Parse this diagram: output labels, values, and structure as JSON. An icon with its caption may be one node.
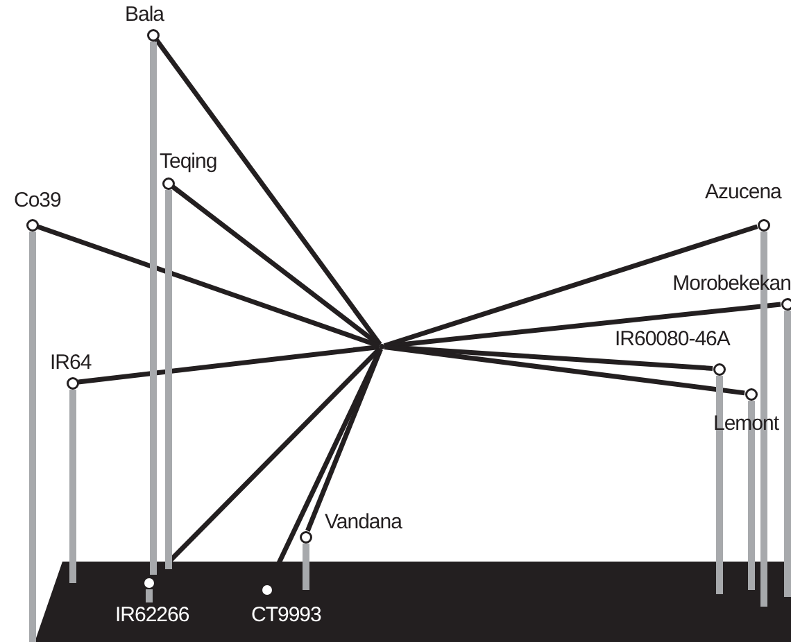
{
  "diagram": {
    "nodes": [
      {
        "text": [],
        "shape": "circle"
      },
      {
        "text": [],
        "shape": "circle",
        "beside": [
          "Bala"
        ]
      },
      {
        "text": [],
        "shape": "circle",
        "beside": [
          "Teqing"
        ]
      },
      {
        "text": [],
        "shape": "circle",
        "beside": [
          "Co39"
        ]
      },
      {
        "text": [],
        "shape": "circle",
        "beside": [
          "IR64"
        ]
      },
      {
        "text": [],
        "shape": "circle",
        "beside": [
          "IR62266"
        ]
      },
      {
        "text": [],
        "shape": "circle",
        "beside": [
          "CT9993"
        ]
      },
      {
        "text": [],
        "shape": "circle",
        "beside": [
          "Vandana"
        ]
      },
      {
        "text": [],
        "shape": "circle",
        "beside": [
          "Azucena"
        ]
      },
      {
        "text": [],
        "shape": "circle"
      },
      {
        "text": [],
        "shape": "circle",
        "beside": [
          "IR60080-46A"
        ]
      },
      {
        "text": [],
        "shape": "circle",
        "beside": [
          "Lemont"
        ]
      }
    ],
    "edges": [
      {
        "from": 0,
        "to": 1,
        "arrow": "none"
      },
      {
        "from": 0,
        "to": 2,
        "arrow": "none"
      },
      {
        "from": 0,
        "to": 3,
        "arrow": "none"
      },
      {
        "from": 0,
        "to": 4,
        "arrow": "none"
      },
      {
        "from": 0,
        "to": 5,
        "arrow": "none"
      },
      {
        "from": 0,
        "to": 6,
        "arrow": "none"
      },
      {
        "from": 0,
        "to": 7,
        "arrow": "none"
      },
      {
        "from": 0,
        "to": 8,
        "arrow": "none"
      },
      {
        "from": 0,
        "to": 9,
        "arrow": "none"
      },
      {
        "from": 0,
        "to": 10,
        "arrow": "none"
      },
      {
        "from": 0,
        "to": 11,
        "arrow": "none"
      }
    ],
    "labels": [
      "Morobekekan"
    ]
  }
}
